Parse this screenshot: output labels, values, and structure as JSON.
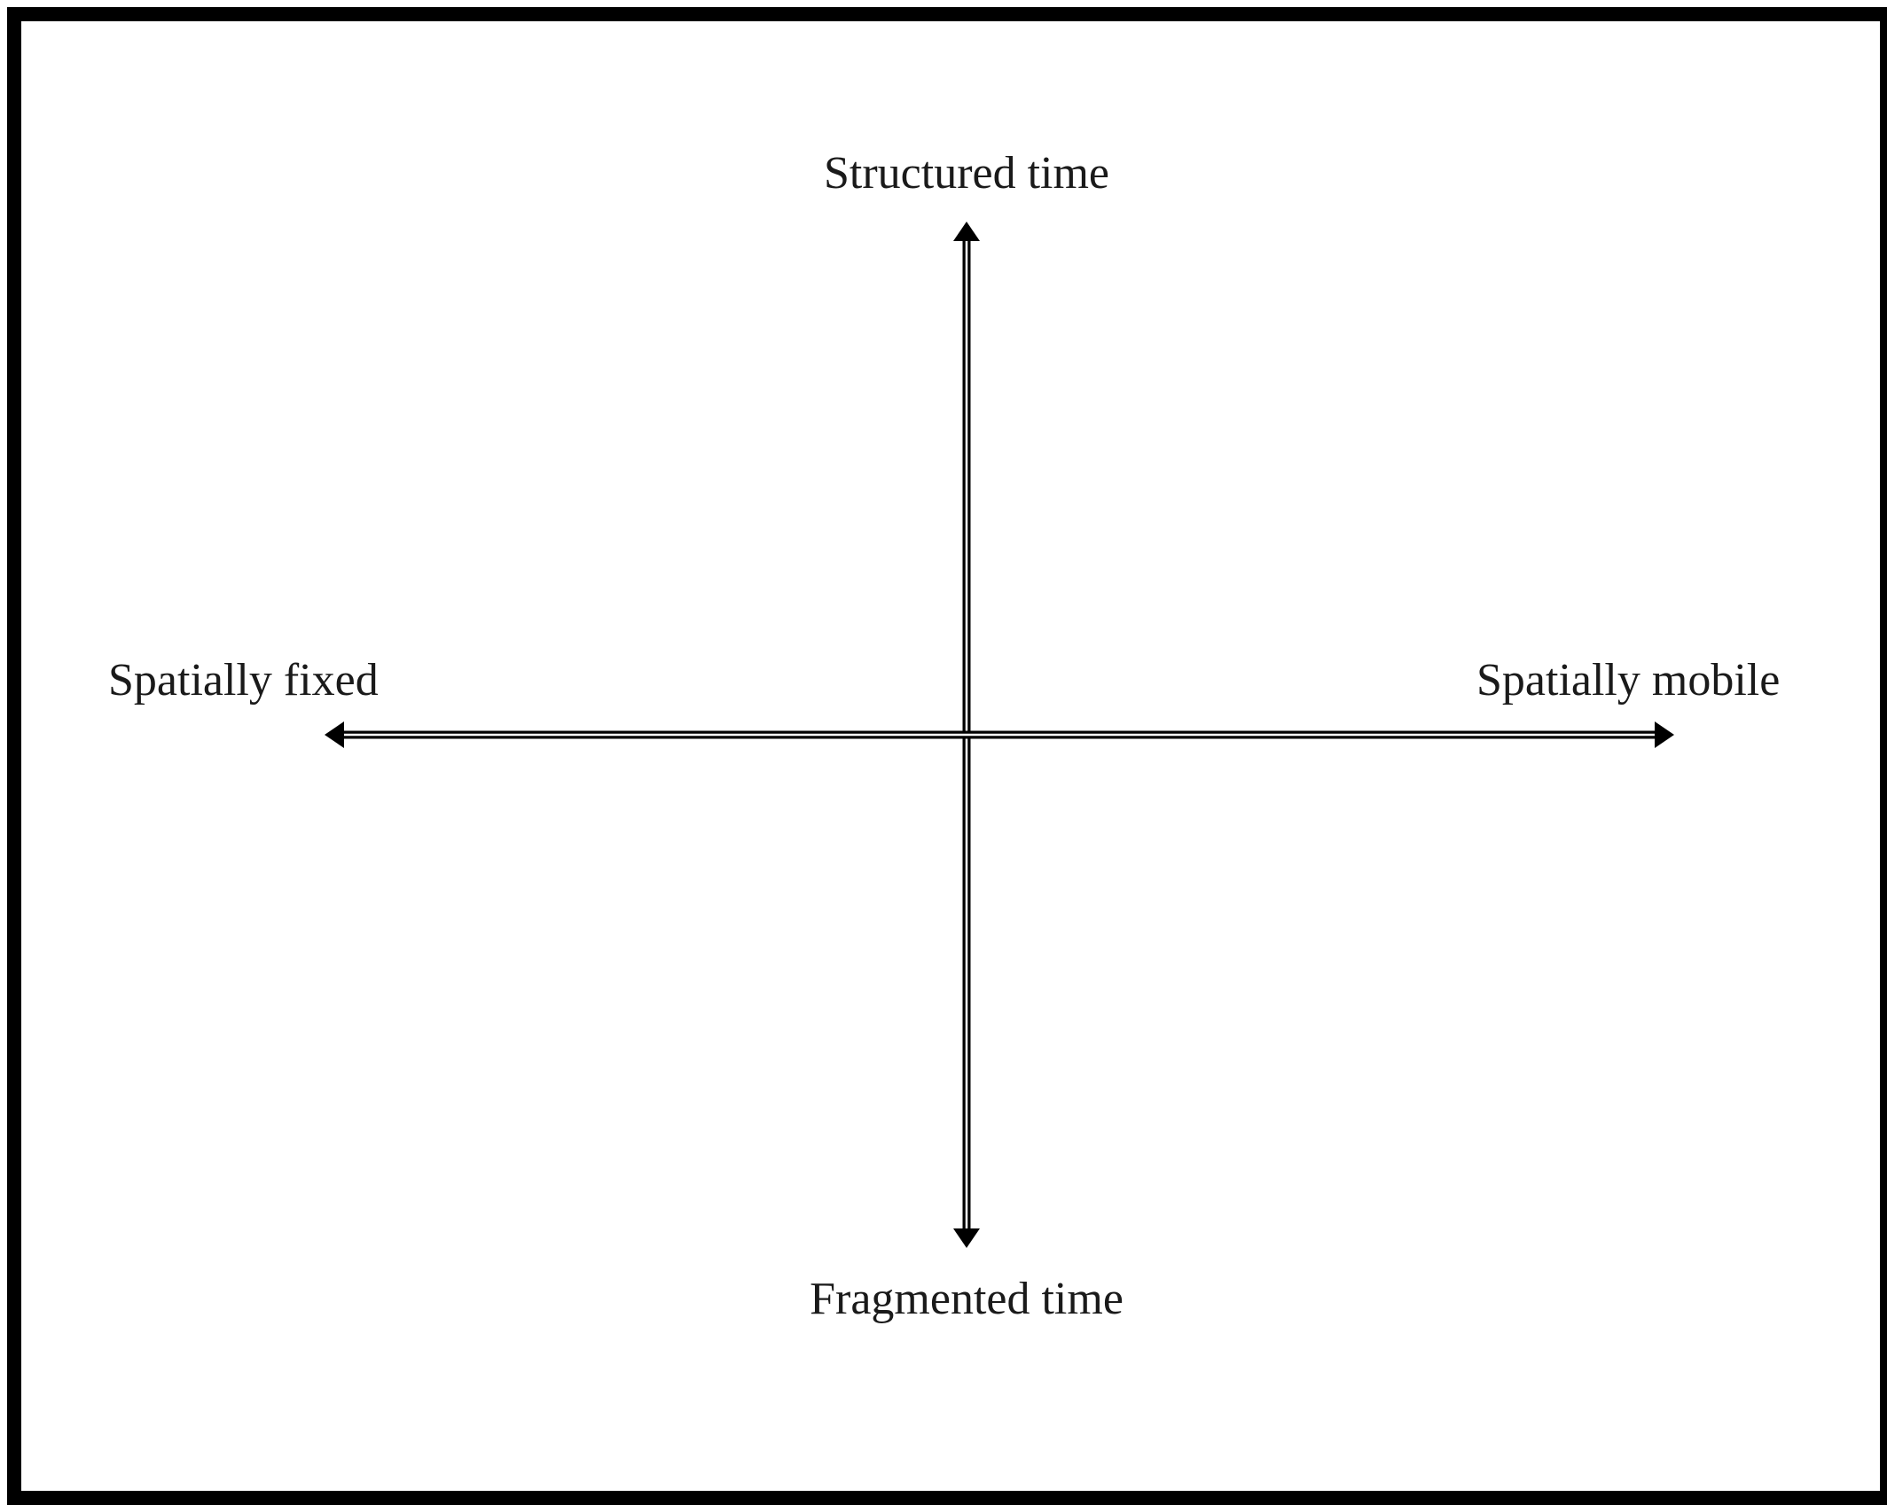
{
  "diagram": {
    "vertical_axis": {
      "top_label": "Structured time",
      "bottom_label": "Fragmented time"
    },
    "horizontal_axis": {
      "left_label": "Spatially fixed",
      "right_label": "Spatially mobile"
    },
    "colors": {
      "frame": "#000000",
      "axis": "#000000",
      "text": "#1a1a1a",
      "background": "#ffffff"
    }
  }
}
